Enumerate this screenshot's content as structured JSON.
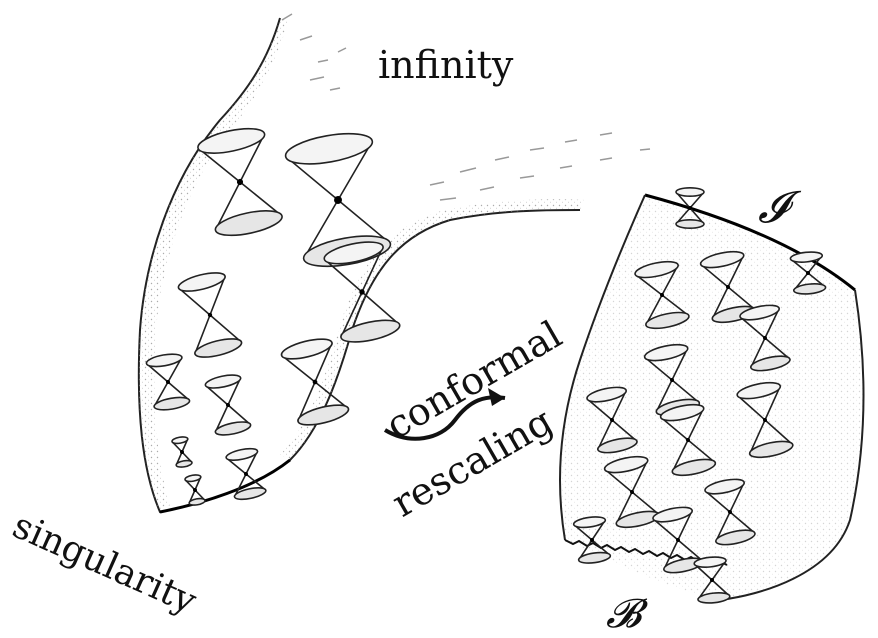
{
  "labels": {
    "infinity": "infinity",
    "singularity": "singularity",
    "conformal": "conformal",
    "rescaling": "rescaling",
    "scri": "𝓘",
    "boundary": "𝓑"
  },
  "colors": {
    "ink": "#111111",
    "background": "#ffffff",
    "stipple": "#7a7a7a"
  }
}
